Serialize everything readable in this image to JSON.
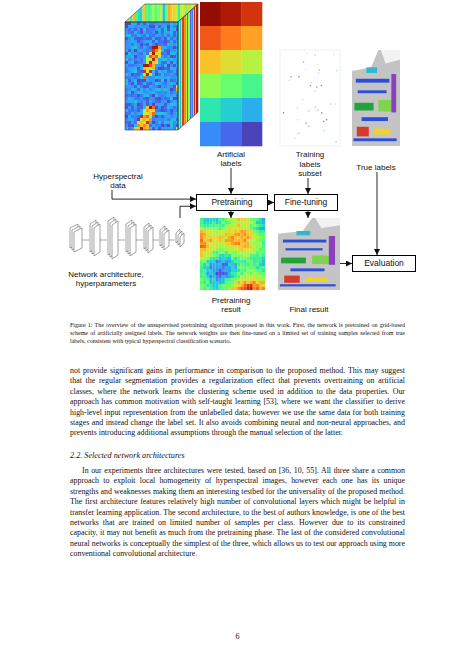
{
  "diagram": {
    "caption": "Figure 1: The overview of the unsupervised pretraining algorithm proposed in this work. First, the network is pretrained on grid-based scheme of artificially assigned labels. The network weights are then fine-tuned on a limited set of training samples selected from true labels, consistent with typical hyperspectral classification scenario.",
    "nodes": [
      {
        "text": [
          "Hyperspectral data"
        ]
      },
      {
        "text": [
          "Artificial labels"
        ]
      },
      {
        "text": [
          "Training labels subset"
        ]
      },
      {
        "text": [
          "True labels"
        ]
      },
      {
        "text": [
          "Pretraining"
        ]
      },
      {
        "text": [
          "Fine-tuning"
        ]
      },
      {
        "text": [
          "Network architecture, hyperparameters"
        ]
      },
      {
        "text": [
          "Pretraining result"
        ]
      },
      {
        "text": [
          "Final result"
        ]
      },
      {
        "text": [
          "Evaluation"
        ]
      }
    ],
    "edges": [
      {
        "from": 0,
        "to": 4,
        "arrow": "to"
      },
      {
        "from": 6,
        "to": 4,
        "arrow": "to"
      },
      {
        "from": 1,
        "to": 4,
        "arrow": "to"
      },
      {
        "from": 4,
        "to": 5,
        "arrow": "to"
      },
      {
        "from": 2,
        "to": 5,
        "arrow": "to"
      },
      {
        "from": 4,
        "to": 7,
        "arrow": "to"
      },
      {
        "from": 5,
        "to": 8,
        "arrow": "to"
      },
      {
        "from": 8,
        "to": 9,
        "arrow": "to"
      },
      {
        "from": 3,
        "to": 9,
        "arrow": "to"
      }
    ],
    "labels": [
      "not provide significant gains in performance in comparison to the proposed method. This may suggest that the regular segmentation provides a regularization effect that prevents overtraining on artificial classes, where the network learns the clustering scheme used in addition to the data properties. Our approach has common motivation with self-taught learning [53], where we want the classifier to derive high-level input representation from the unlabelled data; however we use the same data for both training stages and instead change the label set. It also avoids combining neural and non-neural approaches, and prevents introducing additional assumptions through the manual selection of the latter.",
      "2.2. Selected network architectures",
      "In our experiments three architectures were tested, based on [36, 10, 55]. All three share a common approach to exploit local homogeneity of hyperspectral images, however each one has its unique strengths and weaknesses making them an interesting testbed for the universality of the proposed method. The first architecture features relatively high number of convolutional layers which might be helpful in transfer learning application. The second architecture, to the best of authors knowledge, is one of the best networks that are trained on limited number of samples per class. However due to its constrained capacity, it may not benefit as much from the pretraining phase. The last of the considered convolutional neural networks is conceptually the simplest of the three, which allows us to test our approach using more conventional convolutional architecture.",
      "6"
    ]
  }
}
